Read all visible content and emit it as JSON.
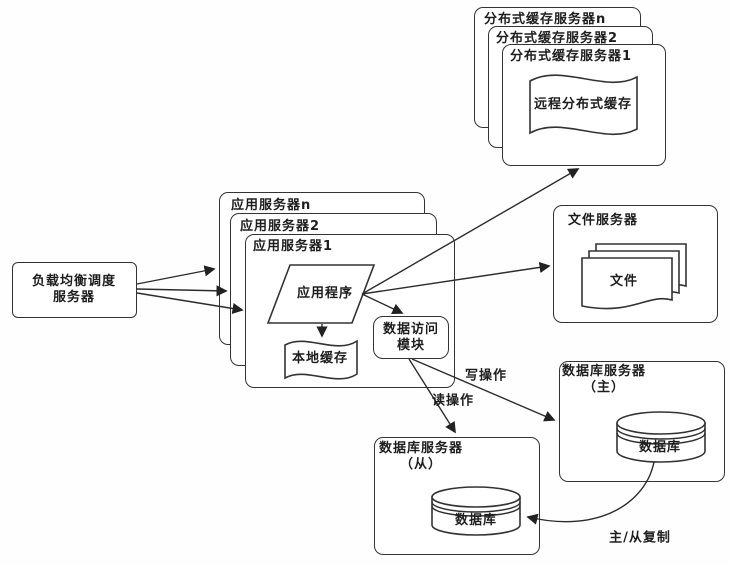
{
  "colors": {
    "stroke": "#333333",
    "background": "#ffffff",
    "text": "#1e1e1e"
  },
  "diagram": {
    "load_balancer": {
      "label_line1": "负载均衡调度",
      "label_line2": "服务器"
    },
    "app_servers": {
      "box_n": "应用服务器n",
      "box_2": "应用服务器2",
      "box_1": "应用服务器1",
      "app_program": "应用程序",
      "local_cache": "本地缓存",
      "data_access_line1": "数据访问",
      "data_access_line2": "模块"
    },
    "cache_servers": {
      "box_n": "分布式缓存服务器n",
      "box_2": "分布式缓存服务器2",
      "box_1": "分布式缓存服务器1",
      "remote_cache": "远程分布式缓存"
    },
    "file_server": {
      "title": "文件服务器",
      "file": "文件"
    },
    "db_master": {
      "title": "数据库服务器",
      "subtitle": "（主）",
      "db": "数据库"
    },
    "db_slave": {
      "title": "数据库服务器",
      "subtitle": "（从）",
      "db": "数据库"
    },
    "edges": {
      "write": "写操作",
      "read": "读操作",
      "replication": "主/从复制"
    }
  }
}
